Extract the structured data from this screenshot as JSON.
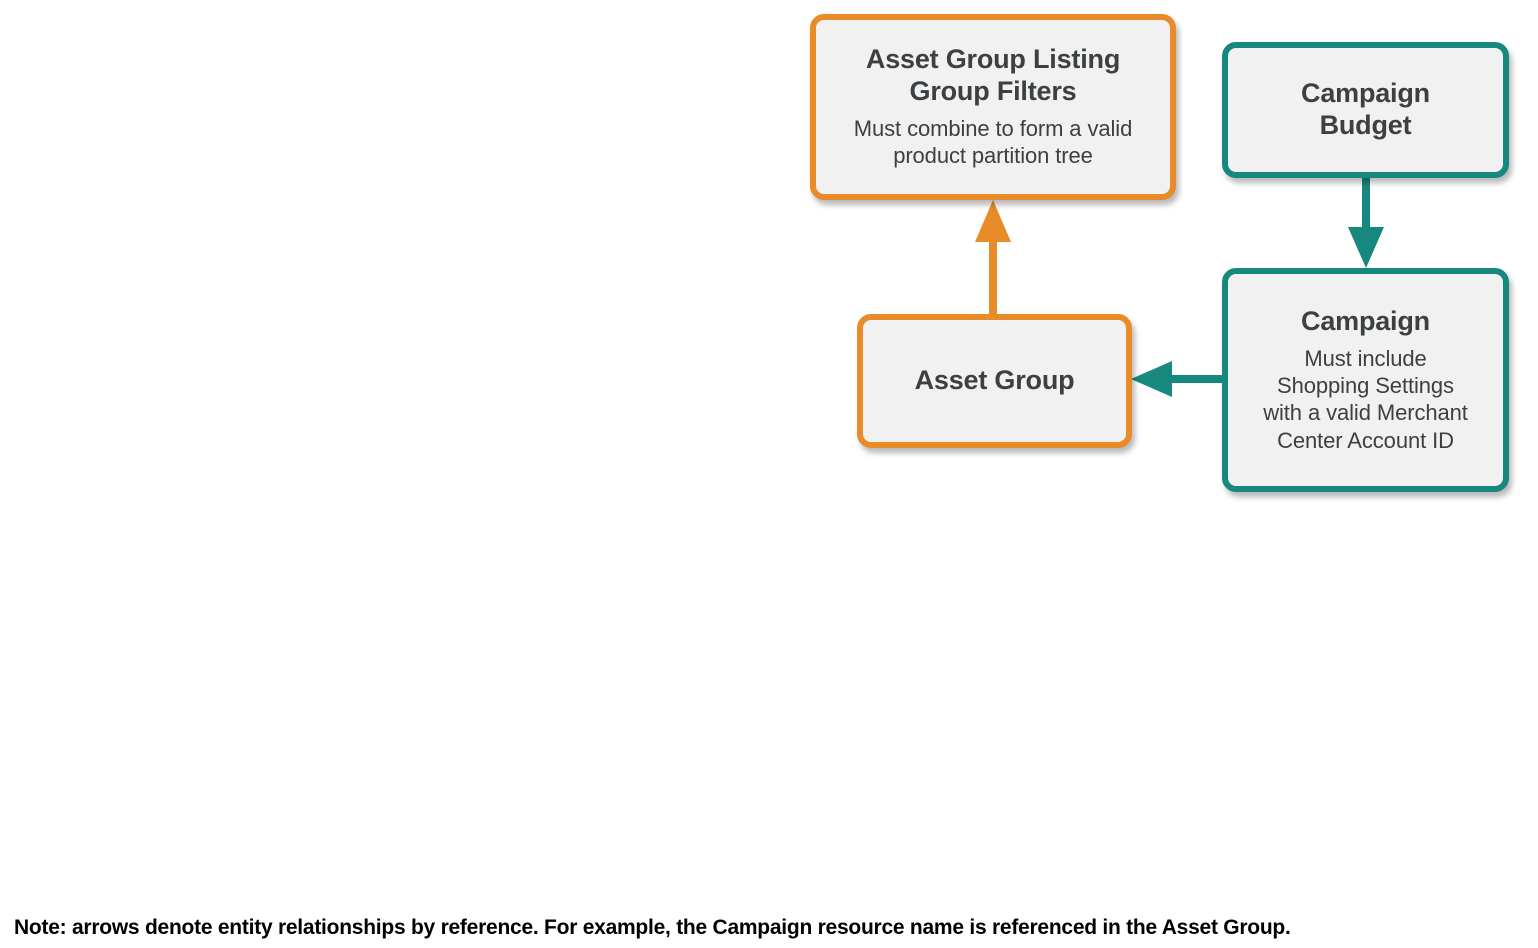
{
  "diagram": {
    "type": "entity-relationship",
    "colors": {
      "orange": "#e78c29",
      "teal": "#17887e",
      "box_fill": "#f1f1f1",
      "text": "#3c4043",
      "note_text": "#000000"
    },
    "nodes": [
      {
        "id": "asset-group-listing-group-filters",
        "title": "Asset Group Listing Group Filters",
        "title_lines": [
          "Asset Group Listing",
          "Group Filters"
        ],
        "description": "Must combine to form a valid product partition tree",
        "description_lines": [
          "Must combine to form a valid",
          "product partition tree"
        ],
        "accent": "orange"
      },
      {
        "id": "asset-group",
        "title": "Asset Group",
        "description": "",
        "accent": "orange"
      },
      {
        "id": "campaign-budget",
        "title": "Campaign Budget",
        "title_lines": [
          "Campaign",
          "Budget"
        ],
        "description": "",
        "accent": "teal"
      },
      {
        "id": "campaign",
        "title": "Campaign",
        "description": "Must include Shopping Settings with a valid Merchant Center Account ID",
        "description_lines": [
          "Must include",
          "Shopping Settings",
          "with a valid Merchant",
          "Center Account ID"
        ],
        "accent": "teal"
      }
    ],
    "edges": [
      {
        "id": "asset-group-to-listing-group-filters",
        "from": "asset-group",
        "to": "asset-group-listing-group-filters",
        "direction": "up",
        "color": "orange"
      },
      {
        "id": "campaign-budget-to-campaign",
        "from": "campaign-budget",
        "to": "campaign",
        "direction": "down",
        "color": "teal"
      },
      {
        "id": "campaign-to-asset-group",
        "from": "campaign",
        "to": "asset-group",
        "direction": "left",
        "color": "teal"
      }
    ]
  },
  "footer": {
    "note": "Note: arrows denote entity relationships by reference. For example, the Campaign resource name is referenced in the Asset Group."
  }
}
